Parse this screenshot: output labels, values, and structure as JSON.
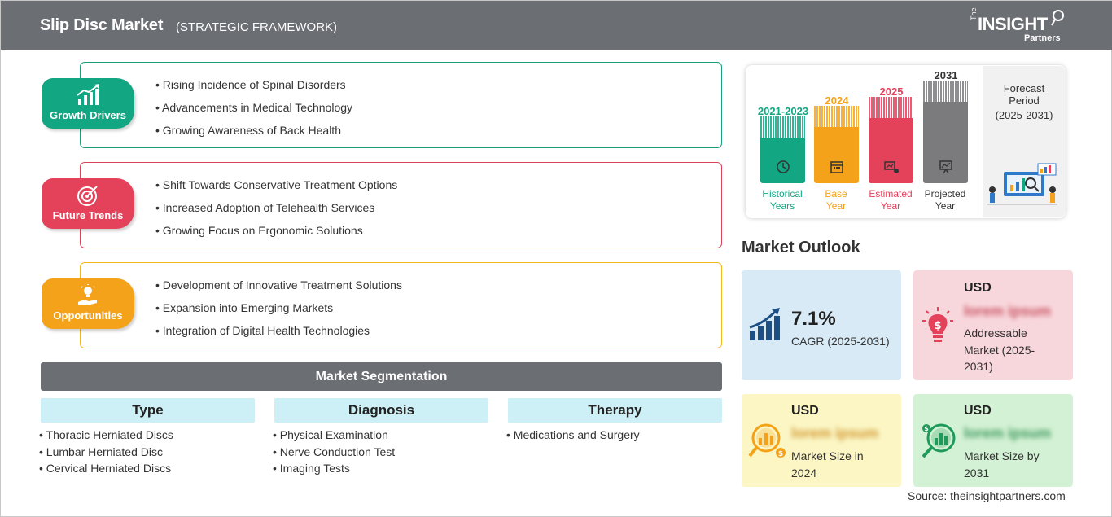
{
  "header": {
    "title": "Slip Disc Market",
    "subtitle": "(STRATEGIC FRAMEWORK)",
    "logo": {
      "the": "The",
      "insight": "INSIGHT",
      "partners": "Partners"
    }
  },
  "framework": [
    {
      "label": "Growth Drivers",
      "color": "#13a682",
      "icon": "bar-chart-growth-icon",
      "items": [
        "Rising Incidence of Spinal Disorders",
        "Advancements in Medical Technology",
        "Growing Awareness of Back Health"
      ]
    },
    {
      "label": "Future Trends",
      "color": "#e4415a",
      "icon": "target-icon",
      "items": [
        "Shift Towards Conservative Treatment Options",
        "Increased Adoption of Telehealth Services",
        "Growing Focus on Ergonomic Solutions"
      ]
    },
    {
      "label": "Opportunities",
      "color": "#f5a21b",
      "icon": "hand-lightbulb-icon",
      "items": [
        "Development of Innovative Treatment Solutions",
        "Expansion into Emerging Markets",
        "Integration of Digital Health Technologies"
      ]
    }
  ],
  "segmentation": {
    "title": "Market Segmentation",
    "columns": [
      {
        "title": "Type",
        "items": [
          "Thoracic Herniated Discs",
          "Lumbar Herniated Disc",
          "Cervical Herniated Discs"
        ]
      },
      {
        "title": "Diagnosis",
        "items": [
          "Physical Examination",
          "Nerve Conduction Test",
          "Imaging Tests"
        ]
      },
      {
        "title": "Therapy",
        "items": [
          "Medications and Surgery"
        ]
      }
    ]
  },
  "timeline": {
    "bars": [
      {
        "year": "2021-2023",
        "label1": "Historical",
        "label2": "Years",
        "color": "#13a682",
        "icon": "history-icon"
      },
      {
        "year": "2024",
        "label1": "Base",
        "label2": "Year",
        "color": "#f5a21b",
        "icon": "calendar-icon"
      },
      {
        "year": "2025",
        "label1": "Estimated",
        "label2": "Year",
        "color": "#e4415a",
        "icon": "chart-coins-icon"
      },
      {
        "year": "2031",
        "label1": "Projected",
        "label2": "Year",
        "color": "#7b7b7e",
        "icon": "presentation-icon"
      }
    ],
    "forecast": {
      "title1": "Forecast",
      "title2": "Period",
      "range": "(2025-2031)"
    }
  },
  "outlook": {
    "title": "Market Outlook",
    "cagr": {
      "value": "7.1%",
      "label": "CAGR (2025-2031)"
    },
    "addressable": {
      "currency": "USD",
      "value": "lorem ipsum",
      "label": "Addressable Market (2025-2031)"
    },
    "size2024": {
      "currency": "USD",
      "value": "lorem ipsum",
      "label": "Market Size in 2024"
    },
    "size2031": {
      "currency": "USD",
      "value": "lorem ipsum",
      "label": "Market Size by 2031"
    }
  },
  "source": "Source: theinsightpartners.com"
}
